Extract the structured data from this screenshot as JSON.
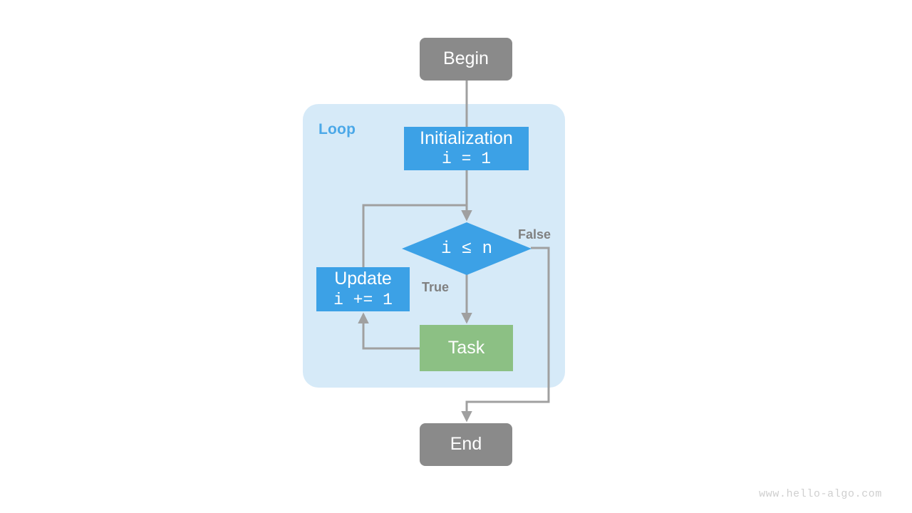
{
  "diagram": {
    "title": "Loop flowchart",
    "colors": {
      "terminal_gray": "#8a8a8a",
      "process_blue": "#3ca1e6",
      "task_green": "#8cc084",
      "loop_background": "#d6eaf8",
      "loop_title_blue": "#4ba8e8",
      "edge_gray": "#a0a0a0",
      "edge_label_gray": "#808080",
      "watermark_gray": "#cfcfcf",
      "page_background": "#ffffff"
    },
    "nodes": {
      "begin": {
        "label": "Begin",
        "shape": "rounded-rectangle"
      },
      "initialization": {
        "label": "Initialization",
        "code": "i = 1",
        "shape": "rectangle"
      },
      "condition": {
        "label": "i ≤ n",
        "shape": "diamond"
      },
      "update": {
        "label": "Update",
        "code": "i += 1",
        "shape": "rectangle"
      },
      "task": {
        "label": "Task",
        "shape": "rectangle"
      },
      "end": {
        "label": "End",
        "shape": "rounded-rectangle"
      }
    },
    "group": {
      "label": "Loop"
    },
    "edge_labels": {
      "true": "True",
      "false": "False"
    },
    "watermark": "www.hello-algo.com"
  }
}
